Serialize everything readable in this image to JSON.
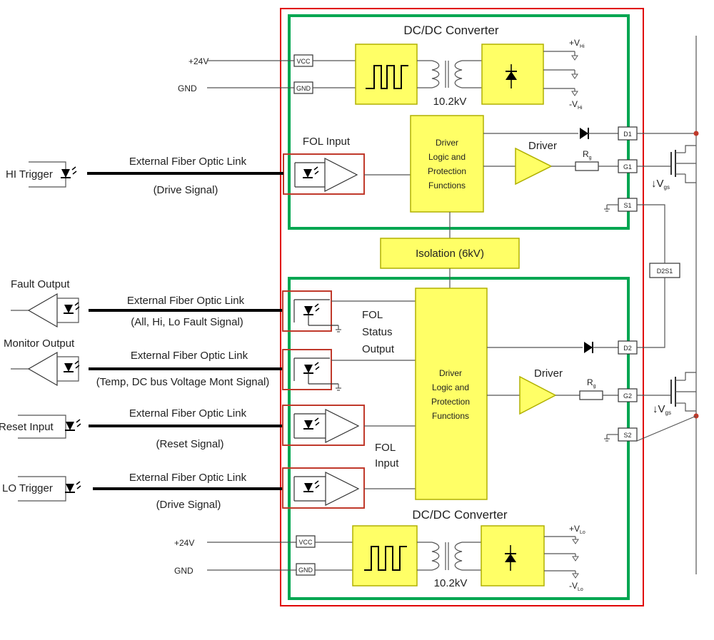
{
  "diagram": {
    "top_converter": {
      "title": "DC/DC Converter",
      "vcc_label": "+24V",
      "gnd_label": "GND",
      "vcc_pin": "VCC",
      "gnd_pin": "GND",
      "isolation_voltage": "10.2kV",
      "out_pos": "+V",
      "out_pos_sub": "Hi",
      "out_neg": "-V",
      "out_neg_sub": "Hi"
    },
    "bottom_converter": {
      "title": "DC/DC Converter",
      "vcc_label": "+24V",
      "gnd_label": "GND",
      "vcc_pin": "VCC",
      "gnd_pin": "GND",
      "isolation_voltage": "10.2kV",
      "out_pos": "+V",
      "out_pos_sub": "Lo",
      "out_neg": "-V",
      "out_neg_sub": "Lo"
    },
    "isolation": "Isolation (6kV)",
    "top_logic": [
      "Driver",
      "Logic and",
      "Protection",
      "Functions"
    ],
    "bottom_logic": [
      "Driver",
      "Logic and",
      "Protection",
      "Functions"
    ],
    "driver_top": "Driver",
    "driver_bottom": "Driver",
    "rg_top": "R",
    "rg_top_sub": "g",
    "rg_bottom": "R",
    "rg_bottom_sub": "g",
    "vgs_top": "V",
    "vgs_top_sub": "gs",
    "vgs_bottom": "V",
    "vgs_bottom_sub": "gs",
    "pins": {
      "d1": "D1",
      "g1": "G1",
      "s1": "S1",
      "d2s1": "D2S1",
      "d2": "D2",
      "g2": "G2",
      "s2": "S2"
    },
    "fol_input_top": "FOL Input",
    "fol_status_output": [
      "FOL",
      "Status",
      "Output"
    ],
    "fol_input_bottom": [
      "FOL",
      "Input"
    ],
    "links": [
      {
        "name": "HI Trigger",
        "title": "External Fiber Optic Link",
        "signal": "(Drive Signal)"
      },
      {
        "name": "Fault Output",
        "title": "External Fiber Optic Link",
        "signal": "(All, Hi, Lo Fault Signal)"
      },
      {
        "name": "Monitor  Output",
        "title": "External Fiber Optic Link",
        "signal": "(Temp, DC bus Voltage Mont Signal)"
      },
      {
        "name": "Reset Input",
        "title": "External Fiber Optic Link",
        "signal": "(Reset Signal)"
      },
      {
        "name": "LO Trigger",
        "title": "External Fiber Optic Link",
        "signal": "(Drive Signal)"
      }
    ]
  }
}
